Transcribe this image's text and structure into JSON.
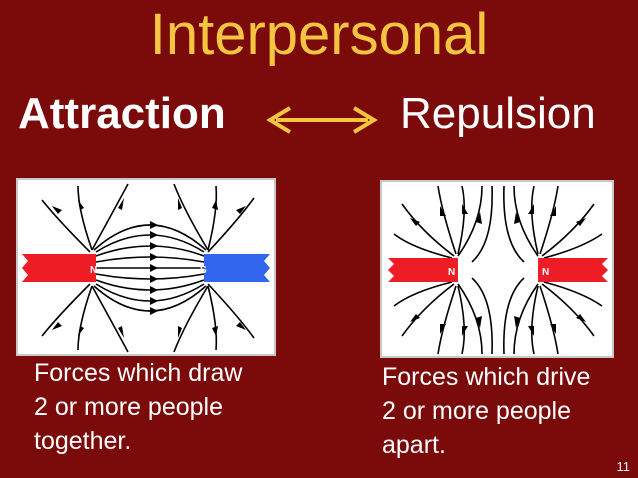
{
  "slide": {
    "title": "Interpersonal",
    "left_heading": "Attraction",
    "right_heading": "Repulsion",
    "left_caption": [
      "Forces which draw",
      "2 or more people",
      "together."
    ],
    "right_caption": [
      "Forces which drive",
      "2 or more people",
      "apart."
    ],
    "page_number": "11"
  },
  "diagrams": {
    "attraction": {
      "left_pole": "N",
      "right_pole": "S"
    },
    "repulsion": {
      "left_pole": "N",
      "right_pole": "N"
    }
  },
  "colors": {
    "background": "#7b0a0a",
    "title": "#f5c542",
    "arrow": "#f5c542",
    "north_pole": "#ee1c25",
    "south_pole": "#3366ee"
  }
}
